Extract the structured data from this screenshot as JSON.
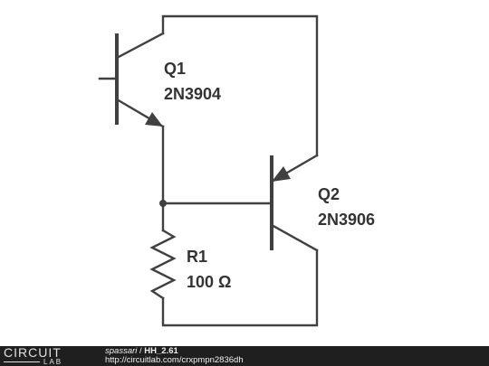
{
  "components": {
    "q1": {
      "designator": "Q1",
      "part": "2N3904"
    },
    "q2": {
      "designator": "Q2",
      "part": "2N3906"
    },
    "r1": {
      "designator": "R1",
      "value": "100 Ω"
    }
  },
  "footer": {
    "logo_top": "CIRCUIT",
    "logo_bottom": "LAB",
    "author": "spassari",
    "separator": " / ",
    "title": "HH_2.61",
    "url": "http://circuitlab.com/crxpmpn2836dh"
  }
}
